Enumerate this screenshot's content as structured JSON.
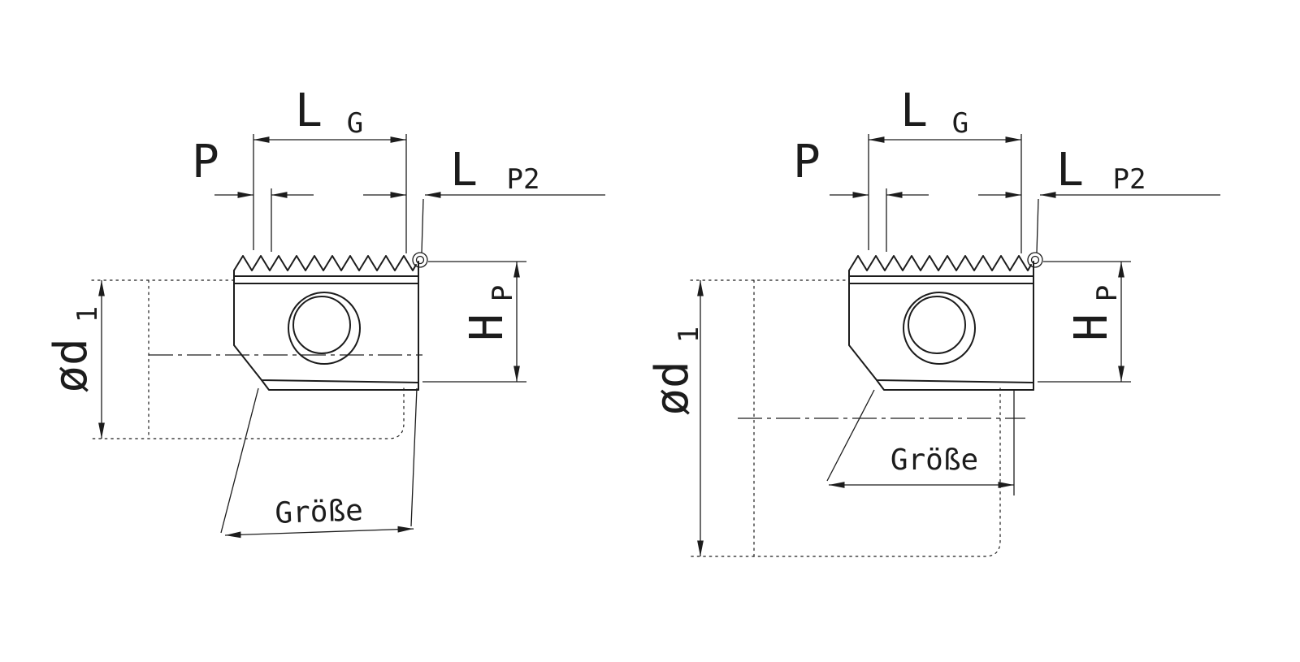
{
  "drawing": {
    "background": "#ffffff",
    "line_color": "#1c1c1c",
    "labels": {
      "thread_length_main": "L",
      "thread_length_sub": "G",
      "pitch": "P",
      "lp2_main": "L",
      "lp2_sub": "P2",
      "height_main": "H",
      "height_sub": "P",
      "diameter_main": "ød",
      "diameter_sub": "1",
      "size": "Größe"
    }
  }
}
